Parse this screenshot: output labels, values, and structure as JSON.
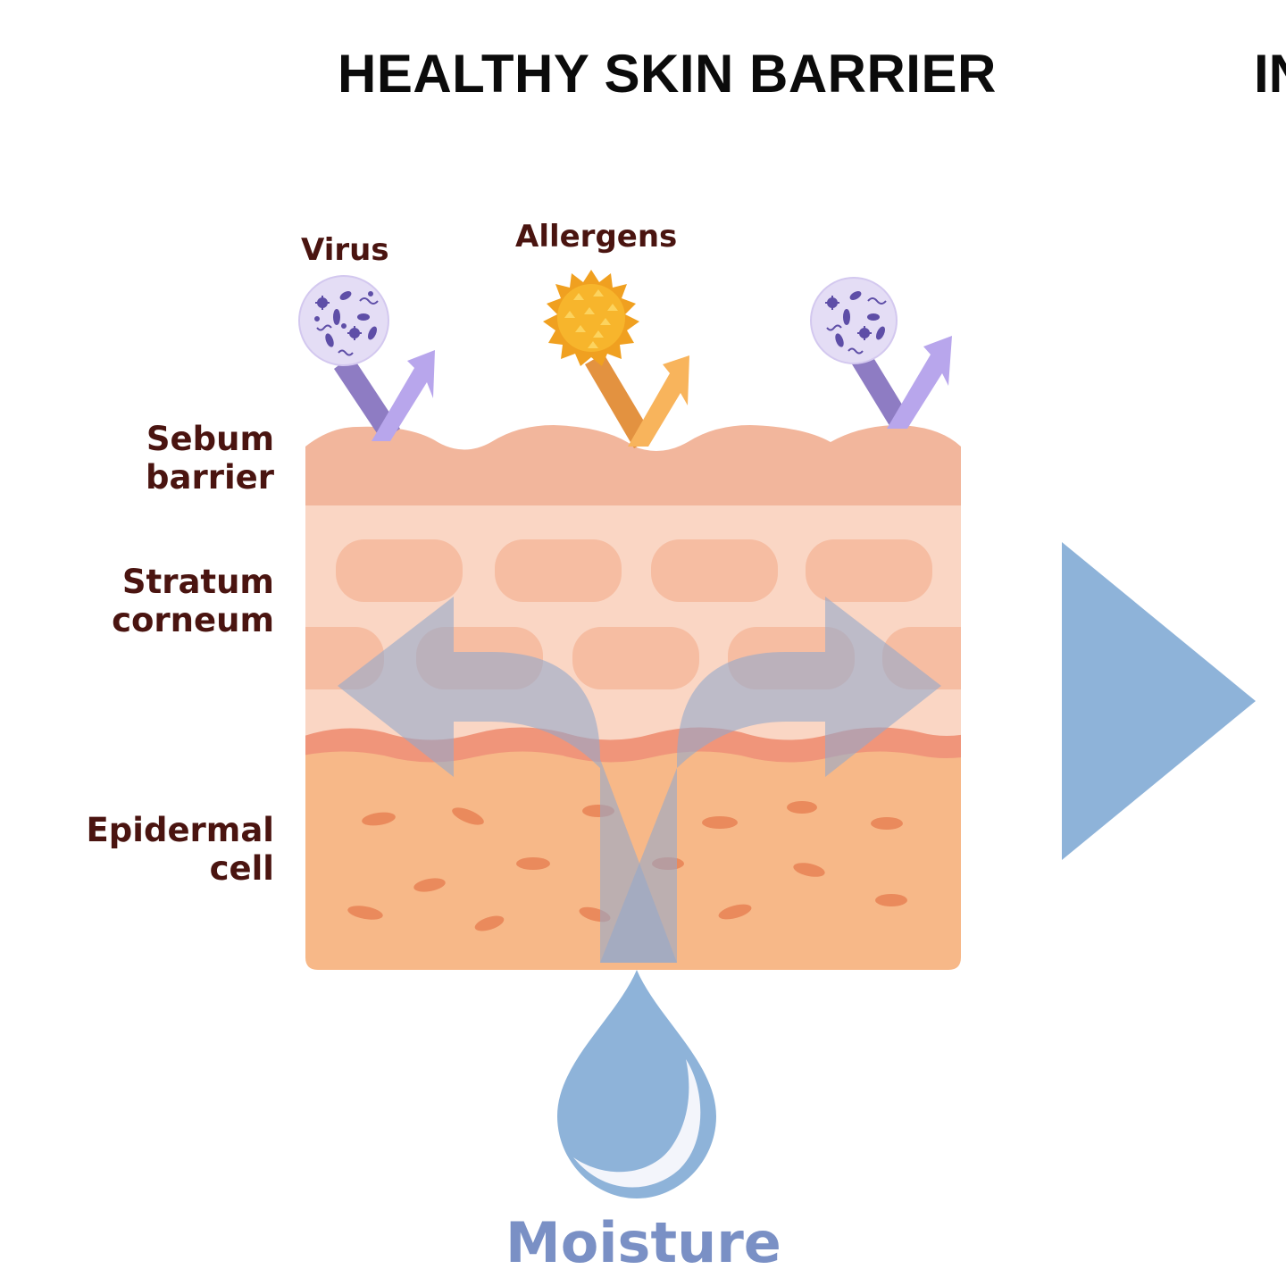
{
  "title": "HEALTHY SKIN BARRIER",
  "title_cut": "IN",
  "threats": {
    "virus_label": "Virus",
    "allergens_label": "Allergens"
  },
  "layers": {
    "sebum": [
      "Sebum",
      "barrier"
    ],
    "stratum": [
      "Stratum",
      "corneum"
    ],
    "epidermal": [
      "Epidermal",
      "cell"
    ]
  },
  "moisture_label": "Moisture",
  "colors": {
    "sebum": "#f2b69c",
    "stratum": "#fad6c4",
    "epidermis": "#f7b888",
    "label": "#4a1410",
    "water": "#8eb3d9",
    "moisture_text": "#7a90c5",
    "virus_arrow": "#a99be0",
    "allergen_arrow": "#f0a550"
  },
  "icons": [
    "virus-icon",
    "allergen-icon",
    "water-drop-icon",
    "next-arrow-icon"
  ]
}
